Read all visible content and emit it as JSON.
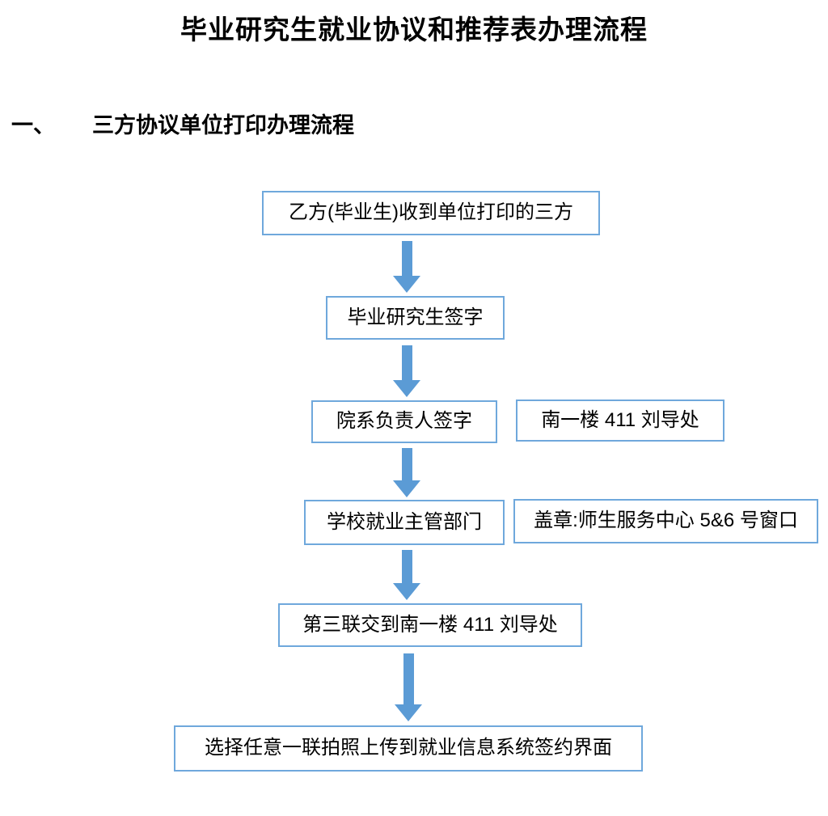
{
  "page": {
    "title": "毕业研究生就业协议和推荐表办理流程",
    "section_number": "一、",
    "section_title": "三方协议单位打印办理流程"
  },
  "flow": {
    "steps": [
      {
        "label": "乙方(毕业生)收到单位打印的三方"
      },
      {
        "label": "毕业研究生签字"
      },
      {
        "label": "院系负责人签字",
        "note": "南一楼 411 刘导处"
      },
      {
        "label": "学校就业主管部门",
        "note": "盖章:师生服务中心 5&6 号窗口"
      },
      {
        "label": "第三联交到南一楼 411 刘导处"
      },
      {
        "label": "选择任意一联拍照上传到就业信息系统签约界面"
      }
    ]
  },
  "colors": {
    "box_border": "#6FA8DC",
    "arrow_fill": "#5B9BD5",
    "text": "#000000",
    "background": "#FFFFFF"
  }
}
